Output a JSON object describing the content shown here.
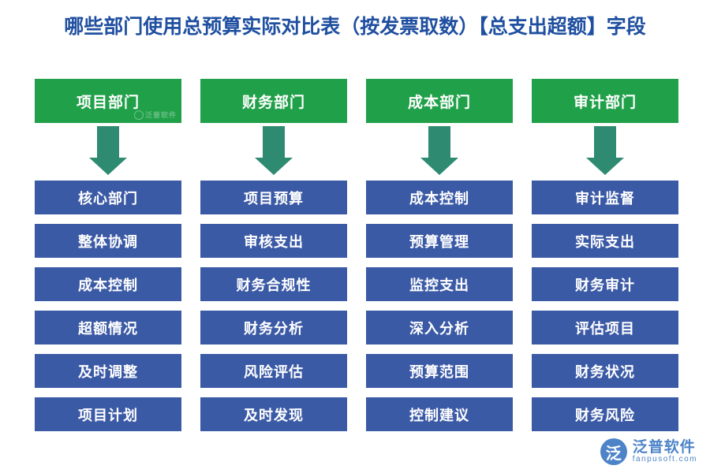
{
  "page": {
    "title": "哪些部门使用总预算实际对比表（按发票取数）【总支出超额】字段",
    "accent_green": "#21a04a",
    "accent_blue": "#3b5aa6",
    "title_color": "#1f4fa0",
    "arrow_color": "#2e8b72"
  },
  "columns": [
    {
      "header": "项目部门",
      "items": [
        "核心部门",
        "整体协调",
        "成本控制",
        "超额情况",
        "及时调整",
        "项目计划"
      ]
    },
    {
      "header": "财务部门",
      "items": [
        "项目预算",
        "审核支出",
        "财务合规性",
        "财务分析",
        "风险评估",
        "及时发现"
      ]
    },
    {
      "header": "成本部门",
      "items": [
        "成本控制",
        "预算管理",
        "监控支出",
        "深入分析",
        "预算范围",
        "控制建议"
      ]
    },
    {
      "header": "审计部门",
      "items": [
        "审计监督",
        "实际支出",
        "财务审计",
        "评估项目",
        "财务状况",
        "财务风险"
      ]
    }
  ],
  "watermark": {
    "logo_letter": "泛",
    "name": "泛普软件",
    "sub": "fanpusoft.com",
    "header_mark": "泛普软件"
  }
}
